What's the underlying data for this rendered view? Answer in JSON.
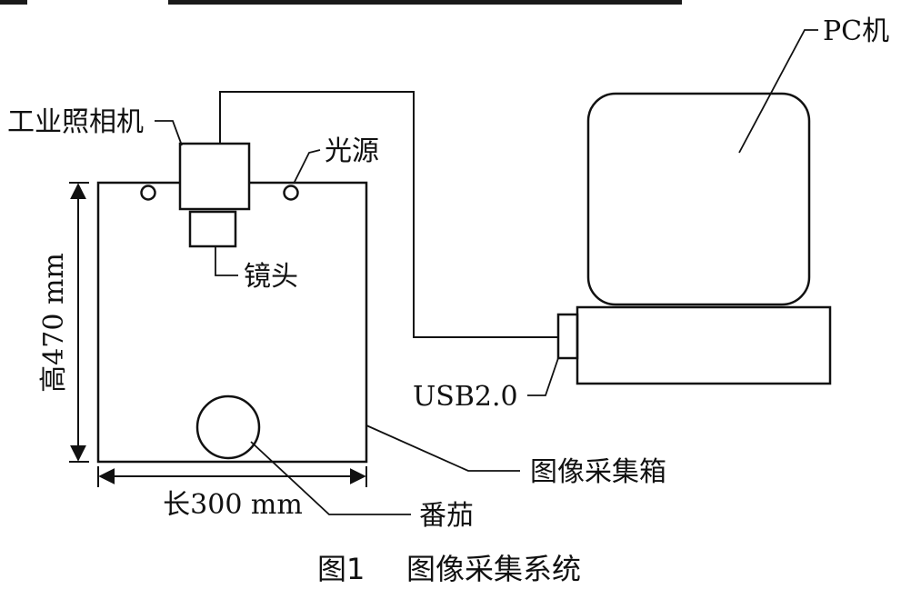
{
  "labels": {
    "pc": "PC机",
    "camera": "工业照相机",
    "light": "光源",
    "lens": "镜头",
    "height": "高470 mm",
    "usb": "USB2.0",
    "box": "图像采集箱",
    "length": "长300 mm",
    "tomato": "番茄"
  },
  "caption": {
    "figure_number": "图1",
    "title": "图像采集系统"
  },
  "colors": {
    "line": "#111111",
    "background": "#ffffff"
  }
}
